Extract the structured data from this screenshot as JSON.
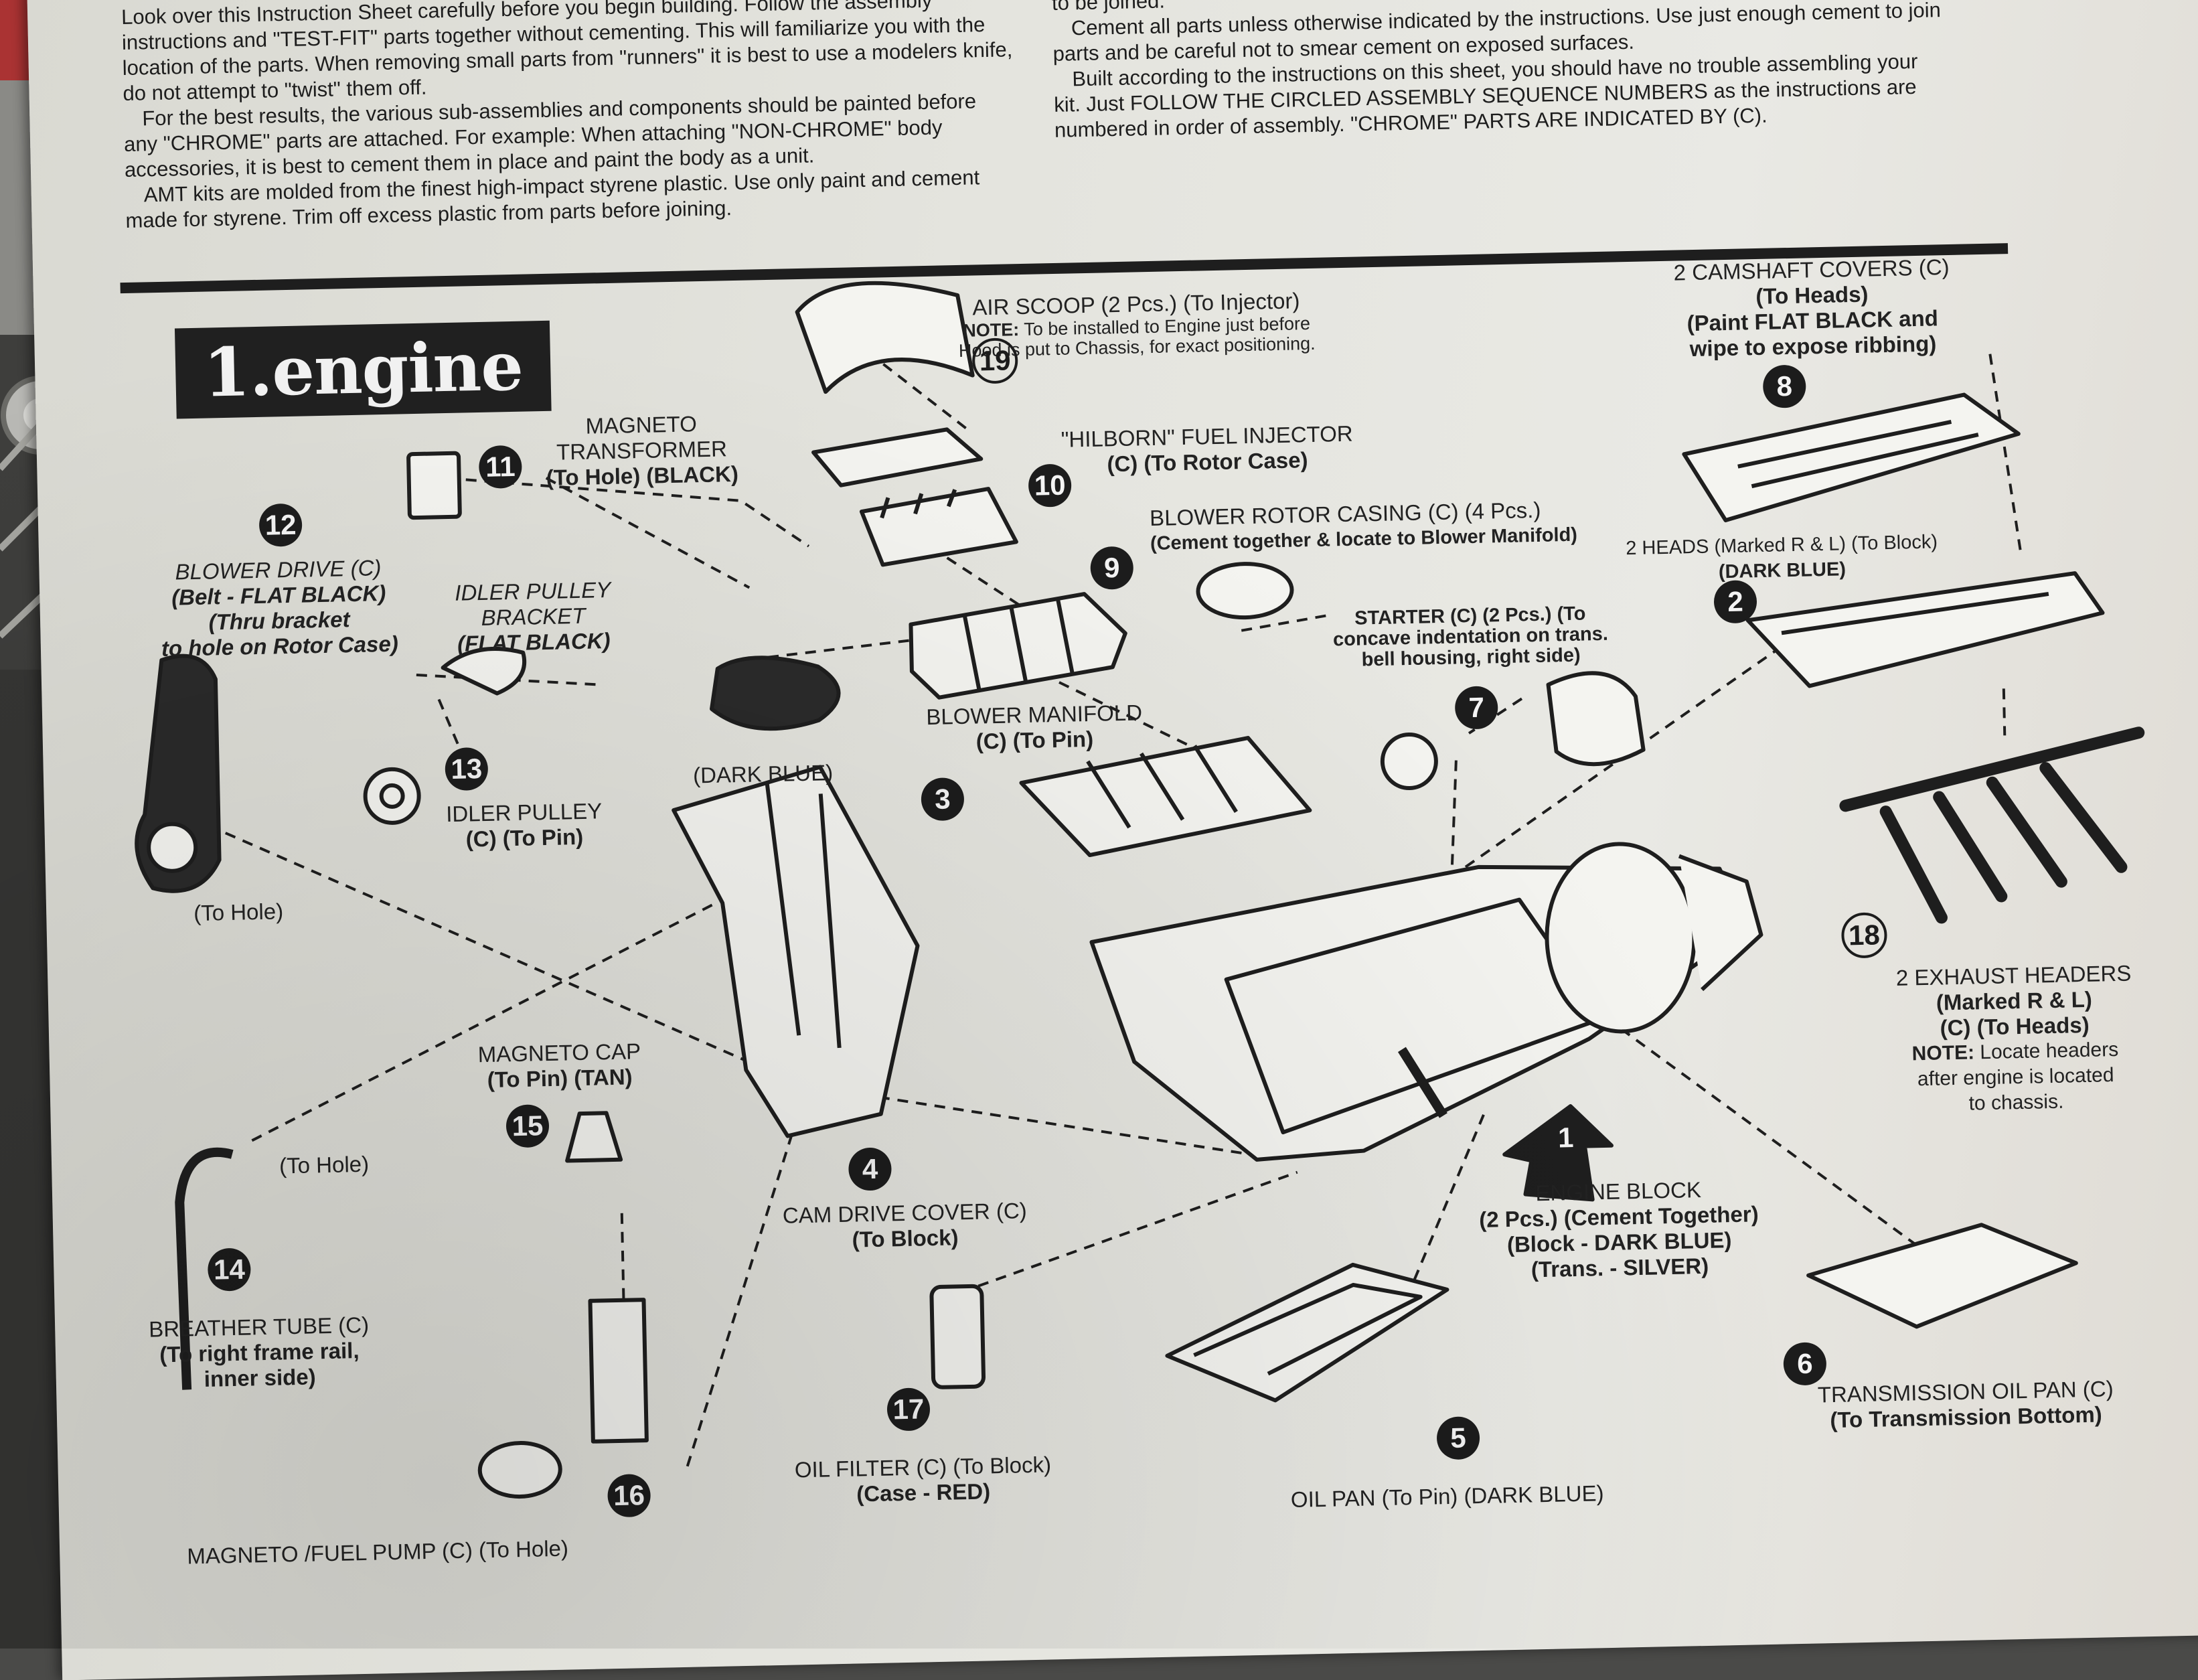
{
  "intro": {
    "left": [
      "Look over this Instruction Sheet carefully before you begin building. Follow the assembly instructions and \"TEST-FIT\" parts together without cementing. This will familiarize you with the location of the parts. When removing small parts from \"runners\" it is best to use a modelers knife, do not attempt to \"twist\" them off.",
      "For the best results, the various sub-assemblies and components should be painted before any \"CHROME\" parts are attached. For example: When attaching \"NON-CHROME\" body accessories, it is best to cement them in place and paint the body as a unit.",
      "AMT kits are molded from the finest high-impact styrene plastic. Use only paint and cement made for styrene. Trim off excess plastic from parts before joining."
    ],
    "right": [
      "When attaching \"CHROME\" or painted parts, scrape plating or paint away from where parts are to be joined.",
      "Cement all parts unless otherwise indicated by the instructions. Use just enough cement to join parts and be careful not to smear cement on exposed surfaces.",
      "Built according to the instructions on this sheet, you should have no trouble assembling your kit. Just FOLLOW THE CIRCLED ASSEMBLY SEQUENCE NUMBERS as the instructions are numbered in order of assembly. \"CHROME\" PARTS ARE INDICATED BY (C)."
    ]
  },
  "section": {
    "title": "1.engine"
  },
  "parts": {
    "p1": {
      "num": "1",
      "l1": "ENGINE BLOCK",
      "l2": "(2 Pcs.) (Cement Together)",
      "l3": "(Block - DARK BLUE)",
      "l4": "(Trans. - SILVER)"
    },
    "p2": {
      "num": "2",
      "l1": "2 HEADS (Marked R & L) (To Block)",
      "l2": "(DARK BLUE)"
    },
    "p3": {
      "num": "3",
      "l1": "BLOWER MANIFOLD",
      "l2": "(C) (To Pin)"
    },
    "p4": {
      "num": "4",
      "l1": "CAM DRIVE COVER (C)",
      "l2": "(To Block)",
      "paint": "(DARK BLUE)"
    },
    "p5": {
      "num": "5",
      "l1": "OIL PAN (To Pin) (DARK BLUE)"
    },
    "p6": {
      "num": "6",
      "l1": "TRANSMISSION OIL PAN (C)",
      "l2": "(To Transmission Bottom)"
    },
    "p7": {
      "num": "7",
      "l1": "STARTER (C) (2 Pcs.) (To",
      "l2": "concave indentation on trans.",
      "l3": "bell housing, right side)"
    },
    "p8": {
      "num": "8",
      "l1": "2 CAMSHAFT COVERS (C)",
      "l2": "(To Heads)",
      "l3": "(Paint FLAT BLACK and",
      "l4": "wipe to expose ribbing)"
    },
    "p9": {
      "num": "9",
      "l1": "BLOWER ROTOR CASING (C) (4 Pcs.)",
      "l2": "(Cement together & locate to Blower Manifold)"
    },
    "p10": {
      "num": "10",
      "l1": "\"HILBORN\" FUEL INJECTOR",
      "l2": "(C) (To Rotor Case)"
    },
    "p11": {
      "num": "11",
      "l1": "MAGNETO",
      "l2": "TRANSFORMER",
      "l3": "(To Hole) (BLACK)"
    },
    "p12": {
      "num": "12",
      "l1": "BLOWER DRIVE (C)",
      "l2": "(Belt - FLAT BLACK)",
      "l3": "(Thru bracket",
      "l4": "to hole on Rotor Case)",
      "l5": "(To Hole)"
    },
    "p13": {
      "num": "13",
      "l1": "IDLER PULLEY",
      "l2": "(C) (To Pin)",
      "b1": "IDLER PULLEY",
      "b2": "BRACKET",
      "b3": "(FLAT BLACK)"
    },
    "p14": {
      "num": "14",
      "l1": "BREATHER TUBE (C)",
      "l2": "(To right frame rail,",
      "l3": "inner side)",
      "l4": "(To Hole)"
    },
    "p15": {
      "num": "15",
      "l1": "MAGNETO CAP",
      "l2": "(To Pin) (TAN)"
    },
    "p16": {
      "num": "16",
      "l1": "MAGNETO /FUEL PUMP (C) (To Hole)"
    },
    "p17": {
      "num": "17",
      "l1": "OIL FILTER (C) (To Block)",
      "l2": "(Case - RED)"
    },
    "p18": {
      "num": "18",
      "l1": "2 EXHAUST HEADERS",
      "l2": "(Marked R & L)",
      "l3": "(C) (To Heads)",
      "note": "NOTE:",
      "l4": "Locate headers",
      "l5": "after engine is located",
      "l6": "to chassis."
    },
    "p19": {
      "num": "19",
      "l1": "AIR SCOOP (2 Pcs.) (To Injector)",
      "note": "NOTE:",
      "l2": "To be installed to Engine just before",
      "l3": "Hood is put to Chassis, for exact positioning."
    }
  },
  "colors": {
    "paper": "#e6e6e0",
    "ink": "#1e1e1e",
    "background": "#4a4a48"
  }
}
